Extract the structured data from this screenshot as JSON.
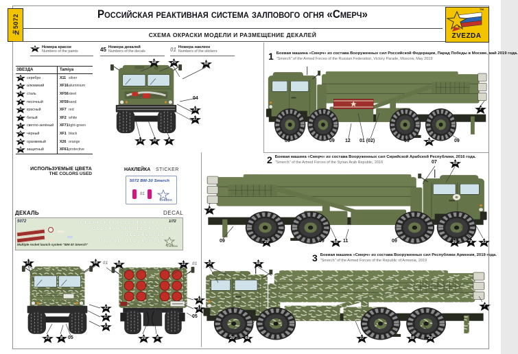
{
  "header": {
    "kit_number": "№5072",
    "title": "Российская реактивная система залпового огня «Смерч»",
    "subtitle": "СХЕМА ОКРАСКИ МОДЕЛИ И РАЗМЕЩЕНИЕ ДЕКАЛЕЙ",
    "brand": "ZVEZDA",
    "trademark": "TM"
  },
  "legend": {
    "paints_star": "68",
    "paints_ru": "Номера красок",
    "paints_en": "Numbers of the paints",
    "decals_num": "45",
    "decals_ru": "Номера декалей",
    "decals_en": "Numbers of the decals",
    "stickers_num": "01",
    "stickers_ru": "Номера наклеек",
    "stickers_en": "Numbers of the stickers"
  },
  "paint_table": {
    "col1": "ЗВЕЗДА",
    "col2": "Tamiya",
    "rows": [
      {
        "star": "33",
        "ru": "серебро",
        "code": "X11",
        "en": "silver"
      },
      {
        "star": "50",
        "ru": "алюминий",
        "code": "XF16",
        "en": "aluminium"
      },
      {
        "star": "13",
        "ru": "сталь",
        "code": "XF56",
        "en": "steel"
      },
      {
        "star": "8",
        "ru": "песочный",
        "code": "XF59",
        "en": "sand"
      },
      {
        "star": "12",
        "ru": "красный",
        "code": "XF7",
        "en": "red"
      },
      {
        "star": "7",
        "ru": "белый",
        "code": "XF2",
        "en": "white"
      },
      {
        "star": "17",
        "ru": "светло-зелёный",
        "code": "XF71",
        "en": "light-green"
      },
      {
        "star": "20",
        "ru": "чёрный",
        "code": "XF1",
        "en": "black"
      },
      {
        "star": "30",
        "ru": "оранжевый",
        "code": "X26",
        "en": "orange"
      },
      {
        "star": "68",
        "ru": "защитный",
        "code": "XF61",
        "en": "protective"
      }
    ]
  },
  "colors_used": {
    "ru": "ИСПОЛЬЗУЕМЫЕ ЦВЕТА",
    "en": "THE COLORS USED"
  },
  "sticker_panel": {
    "ru": "НАКЛЕЙКА",
    "en": "STICKER",
    "title": "5072  BM-30 Smerch",
    "number": "01",
    "brand": "ZVEZDA"
  },
  "decal_panel": {
    "ru": "ДЕКАЛЬ",
    "en": "DECAL",
    "kit": "5072",
    "scale": "1/72",
    "digits_row_a": "0 1 2 3 4 5 6 7 8 9 0 1 2 3 4 5 6 7 8 9",
    "digits_row_b": "0 1 2 3 4 5 6 7 8 9 0 1 2 3 4 5 6 7 8 9",
    "digits_row_c": "0 1 2 3 4 5 6 7 8 9",
    "digits_row_d": "0 1 2 3 4 5 6 7 8 9",
    "board_number": "761 - 761",
    "caption": "Multiple rocket launch system \"BM-30 Smerch\""
  },
  "vehicles": {
    "v1": {
      "num": "1",
      "ru": "Боевая машина «Смерч» из состава Вооруженных сил Российской Федерации, Парад Победы в Москве, май 2019 года.",
      "en": "\"Smerch\" of the Armed Forces of the Russian Federation, Victory Parade, Moscow, May 2019"
    },
    "v2": {
      "num": "2",
      "ru": "Боевая машина «Смерч» из состава Вооруженных сил Сирийской Арабской Республики, 2016 года.",
      "en": "\"Smerch\" of the Armed Forces of the Syrian Arab Republic, 2016"
    },
    "v3": {
      "num": "3",
      "ru": "Боевая машина «Смерч» из состава Вооруженных сил Республики Армения, 2019 года.",
      "en": "\"Smerch\" of the Armed Forces of the Republic of Armenia, 2019"
    }
  },
  "callouts": {
    "front_parade": [
      {
        "v": "68"
      },
      {
        "v": "20"
      },
      {
        "v": "68"
      },
      {
        "v": "04"
      },
      {
        "v": "33"
      },
      {
        "v": "17"
      },
      {
        "v": "13"
      },
      {
        "v": "30"
      },
      {
        "v": "8"
      }
    ],
    "v1": [
      {
        "v": "09"
      },
      {
        "v": "09"
      },
      {
        "v": "12"
      },
      {
        "v": "01 (02)"
      },
      {
        "v": "09"
      },
      {
        "v": "20"
      },
      {
        "v": "09"
      },
      {
        "v": "7"
      }
    ],
    "v2": [
      {
        "v": "07"
      },
      {
        "v": "68"
      },
      {
        "v": "7"
      },
      {
        "v": "09"
      },
      {
        "v": "20"
      },
      {
        "v": "09"
      },
      {
        "v": "68"
      },
      {
        "v": "11"
      },
      {
        "v": "09"
      },
      {
        "v": "20"
      },
      {
        "v": "8"
      },
      {
        "v": "33"
      }
    ],
    "v3": [
      {
        "v": "20"
      },
      {
        "v": "68"
      },
      {
        "v": "7"
      },
      {
        "v": "20"
      },
      {
        "v": "68"
      },
      {
        "v": "17"
      },
      {
        "v": "68"
      },
      {
        "v": "20"
      }
    ],
    "front_camo": [
      {
        "v": "17"
      },
      {
        "v": "68"
      },
      {
        "v": "33"
      },
      {
        "v": "17"
      },
      {
        "v": "13"
      },
      {
        "v": "20"
      },
      {
        "v": "8"
      },
      {
        "v": "05"
      }
    ],
    "rear_camo": [
      {
        "v": "01"
      },
      {
        "v": "68"
      },
      {
        "v": "12"
      },
      {
        "v": "01"
      },
      {
        "v": "33"
      },
      {
        "v": "17"
      },
      {
        "v": "05"
      },
      {
        "v": "20"
      },
      {
        "v": "8"
      }
    ]
  },
  "palette": {
    "accent_yellow": "#f2c400",
    "body_green": "#66744a",
    "tube_green": "#6f7e50",
    "camo_stroke": "#d4d8c2",
    "parade_red": "#9e2f2c",
    "cap_red": "#bf2e24",
    "sticker_magenta": "#d6147f",
    "decal_bg": "#dfe8d4",
    "sticker_blue": "#2244aa"
  }
}
